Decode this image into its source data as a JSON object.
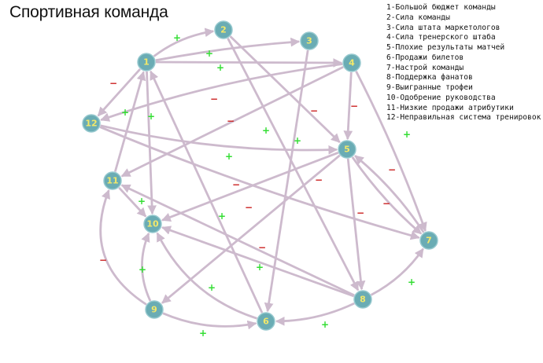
{
  "title": "Спортивная команда",
  "legend": [
    "1-Большой бюджет команды",
    "2-Сила команды",
    "3-Сила штата маркетологов",
    "4-Сила тренерского штаба",
    "5-Плохие результаты матчей",
    "6-Продажи билетов",
    "7-Настрой команды",
    "8-Поддержка фанатов",
    "9-Выигранные трофеи",
    "10-Одобрение руководства",
    "11-Низкие продажи атрибутики",
    "12-Неправильная система тренировок"
  ],
  "colors": {
    "edge": "#cdbacd",
    "node_fill": "#6aacb4",
    "node_label": "#f2e86a",
    "positive": "#33dd33",
    "negative": "#cc2222"
  },
  "nodes": [
    {
      "id": "1",
      "label": "1"
    },
    {
      "id": "2",
      "label": "2"
    },
    {
      "id": "3",
      "label": "3"
    },
    {
      "id": "4",
      "label": "4"
    },
    {
      "id": "5",
      "label": "5"
    },
    {
      "id": "6",
      "label": "6"
    },
    {
      "id": "7",
      "label": "7"
    },
    {
      "id": "8",
      "label": "8"
    },
    {
      "id": "9",
      "label": "9"
    },
    {
      "id": "10",
      "label": "10"
    },
    {
      "id": "11",
      "label": "11"
    },
    {
      "id": "12",
      "label": "12"
    }
  ],
  "edges": [
    {
      "from": "1",
      "to": "2",
      "sign": "+"
    },
    {
      "from": "1",
      "to": "3",
      "sign": "+"
    },
    {
      "from": "1",
      "to": "4",
      "sign": "+"
    },
    {
      "from": "1",
      "to": "12",
      "sign": "−"
    },
    {
      "from": "1",
      "to": "10",
      "sign": "+"
    },
    {
      "from": "2",
      "to": "5",
      "sign": "−"
    },
    {
      "from": "2",
      "to": "8",
      "sign": "+"
    },
    {
      "from": "3",
      "to": "6",
      "sign": "+"
    },
    {
      "from": "4",
      "to": "5",
      "sign": "−"
    },
    {
      "from": "4",
      "to": "12",
      "sign": "−"
    },
    {
      "from": "4",
      "to": "7",
      "sign": "+"
    },
    {
      "from": "4",
      "to": "11",
      "sign": "−"
    },
    {
      "from": "5",
      "to": "7",
      "sign": "−"
    },
    {
      "from": "5",
      "to": "8",
      "sign": "−"
    },
    {
      "from": "5",
      "to": "10",
      "sign": "−"
    },
    {
      "from": "5",
      "to": "9",
      "sign": "−"
    },
    {
      "from": "7",
      "to": "5",
      "sign": "−"
    },
    {
      "from": "8",
      "to": "7",
      "sign": "+"
    },
    {
      "from": "8",
      "to": "6",
      "sign": "+"
    },
    {
      "from": "8",
      "to": "10",
      "sign": "−"
    },
    {
      "from": "8",
      "to": "11",
      "sign": "+"
    },
    {
      "from": "12",
      "to": "5",
      "sign": "+"
    },
    {
      "from": "12",
      "to": "7",
      "sign": "−"
    },
    {
      "from": "11",
      "to": "10",
      "sign": "+"
    },
    {
      "from": "11",
      "to": "1",
      "sign": "+"
    },
    {
      "from": "9",
      "to": "11",
      "sign": "−"
    },
    {
      "from": "9",
      "to": "10",
      "sign": "+"
    },
    {
      "from": "9",
      "to": "6",
      "sign": "+"
    },
    {
      "from": "6",
      "to": "1",
      "sign": "+"
    },
    {
      "from": "6",
      "to": "10",
      "sign": "+"
    }
  ]
}
